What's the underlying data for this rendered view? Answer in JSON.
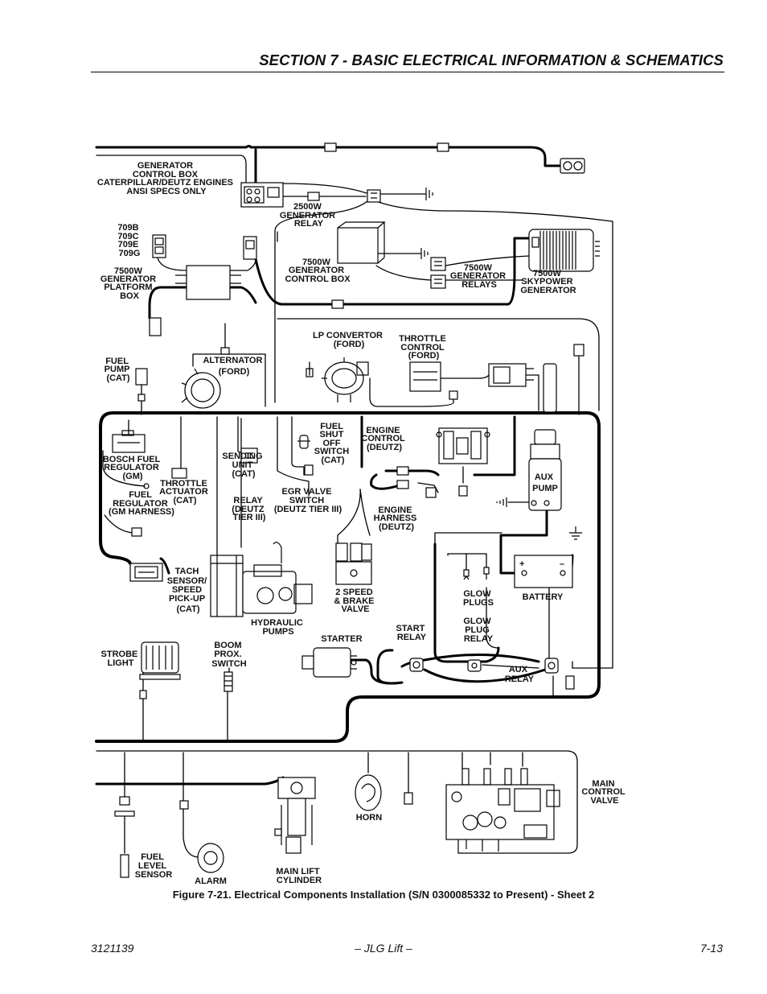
{
  "header": {
    "section_title": "SECTION 7 - BASIC ELECTRICAL INFORMATION & SCHEMATICS"
  },
  "labels": {
    "generator_control_box": [
      "GENERATOR",
      "CONTROL BOX",
      "CATERPILLAR/DEUTZ ENGINES",
      "ANSI SPECS ONLY"
    ],
    "gen_2500w_relay": [
      "2500W",
      "GENERATOR",
      "RELAY"
    ],
    "wire_codes": [
      "709B",
      "709C",
      "709E",
      "709G"
    ],
    "gen_platform_box": [
      "7500W",
      "GENERATOR",
      "PLATFORM",
      "BOX"
    ],
    "gen_7500w_control_box": [
      "7500W",
      "GENERATOR",
      "CONTROL BOX"
    ],
    "gen_7500w_relays": [
      "7500W",
      "GENERATOR",
      "RELAYS"
    ],
    "skypower_generator": [
      "7500W",
      "SKYPOWER",
      "GENERATOR"
    ],
    "lp_convertor": [
      "LP CONVERTOR",
      "(FORD)"
    ],
    "throttle_control": [
      "THROTTLE",
      "CONTROL",
      "(FORD)"
    ],
    "fuel_pump": [
      "FUEL",
      "PUMP",
      "(CAT)"
    ],
    "alternator": [
      "ALTERNATOR",
      "(FORD)"
    ],
    "fuel_shutoff_switch": [
      "FUEL",
      "SHUT",
      "OFF",
      "SWITCH",
      "(CAT)"
    ],
    "engine_control": [
      "ENGINE",
      "CONTROL",
      "(DEUTZ)"
    ],
    "bosch_fuel_regulator": [
      "BOSCH FUEL",
      "REGULATOR",
      "(GM)"
    ],
    "sending_unit": [
      "SENDING",
      "UNIT",
      "(CAT)"
    ],
    "throttle_actuator": [
      "THROTTLE",
      "ACTUATOR",
      "(CAT)"
    ],
    "fuel_regulator": [
      "FUEL",
      "REGULATOR",
      "(GM HARNESS)"
    ],
    "egr_valve_switch": [
      "EGR VALVE",
      "SWITCH",
      "(DEUTZ TIER III)"
    ],
    "relay_deutz": [
      "RELAY",
      "(DEUTZ",
      "TIER III)"
    ],
    "engine_harness": [
      "ENGINE",
      "HARNESS",
      "(DEUTZ)"
    ],
    "aux_pump": [
      "AUX",
      "PUMP"
    ],
    "tach_sensor": [
      "TACH",
      "SENSOR/",
      "SPEED",
      "PICK-UP",
      "(CAT)"
    ],
    "two_speed_brake_valve": [
      "2 SPEED",
      "& BRAKE",
      "VALVE"
    ],
    "glow_plugs": [
      "GLOW",
      "PLUGS"
    ],
    "battery": [
      "BATTERY"
    ],
    "battery_plus": "+",
    "battery_minus": "–",
    "hydraulic_pumps": [
      "HYDRAULIC",
      "PUMPS"
    ],
    "glow_plug_relay": [
      "GLOW",
      "PLUG",
      "RELAY"
    ],
    "start_relay": [
      "START",
      "RELAY"
    ],
    "starter": [
      "STARTER"
    ],
    "strobe_light": [
      "STROBE",
      "LIGHT"
    ],
    "boom_prox_switch": [
      "BOOM",
      "PROX.",
      "SWITCH"
    ],
    "aux_relay": [
      "AUX",
      "RELAY"
    ],
    "main_control_valve": [
      "MAIN",
      "CONTROL",
      "VALVE"
    ],
    "horn": [
      "HORN"
    ],
    "fuel_level_sensor": [
      "FUEL",
      "LEVEL",
      "SENSOR"
    ],
    "alarm": [
      "ALARM"
    ],
    "main_lift_cylinder": [
      "MAIN LIFT",
      "CYLINDER"
    ]
  },
  "caption": "Figure 7-21.  Electrical Components Installation (S/N 0300085332 to Present) - Sheet 2",
  "footer": {
    "doc_number": "3121139",
    "publisher": "– JLG Lift –",
    "page": "7-13"
  }
}
